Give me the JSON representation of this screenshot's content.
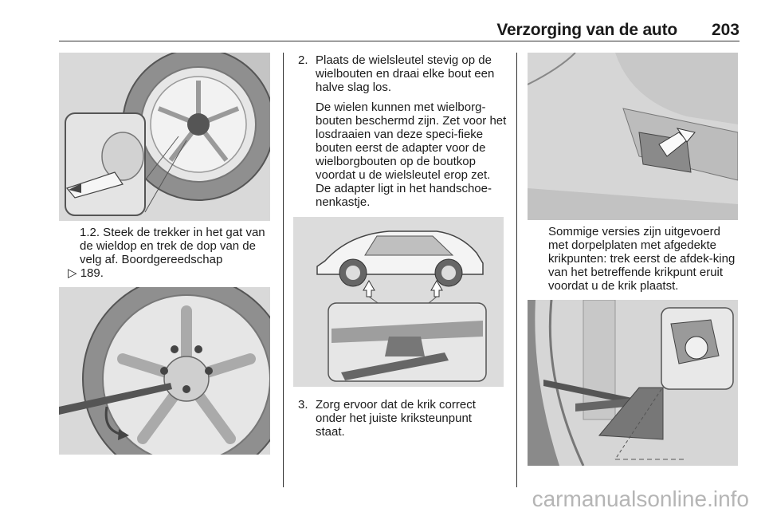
{
  "header": {
    "title": "Verzorging van de auto",
    "page_number": "203"
  },
  "col1": {
    "step_text": "1.2. Steek de trekker in het gat van de wieldop en trek de dop van de velg af. Boordgereedschap",
    "ref_icon": "reference-arrow-icon",
    "ref_page": "189."
  },
  "col2": {
    "step2_number": "2.",
    "step2_text": "Plaats de wielsleutel stevig op de wielbouten en draai elke bout een halve slag los.",
    "step2_note": "De wielen kunnen met wielborg-bouten beschermd zijn. Zet voor het losdraaien van deze speci-fieke bouten eerst de adapter voor de wielborgbouten op de boutkop voordat u de wielsleutel erop zet. De adapter ligt in het handschoe-nenkastje.",
    "step3_number": "3.",
    "step3_text": "Zorg ervoor dat de krik correct onder het juiste kriksteunpunt staat."
  },
  "col3": {
    "note_text": "Sommige versies zijn uitgevoerd met dorpelplaten met afgedekte krikpunten: trek eerst de afdek-king van het betreffende krikpunt eruit voordat u de krik plaatst."
  },
  "watermark": "carmanualsonline.info"
}
